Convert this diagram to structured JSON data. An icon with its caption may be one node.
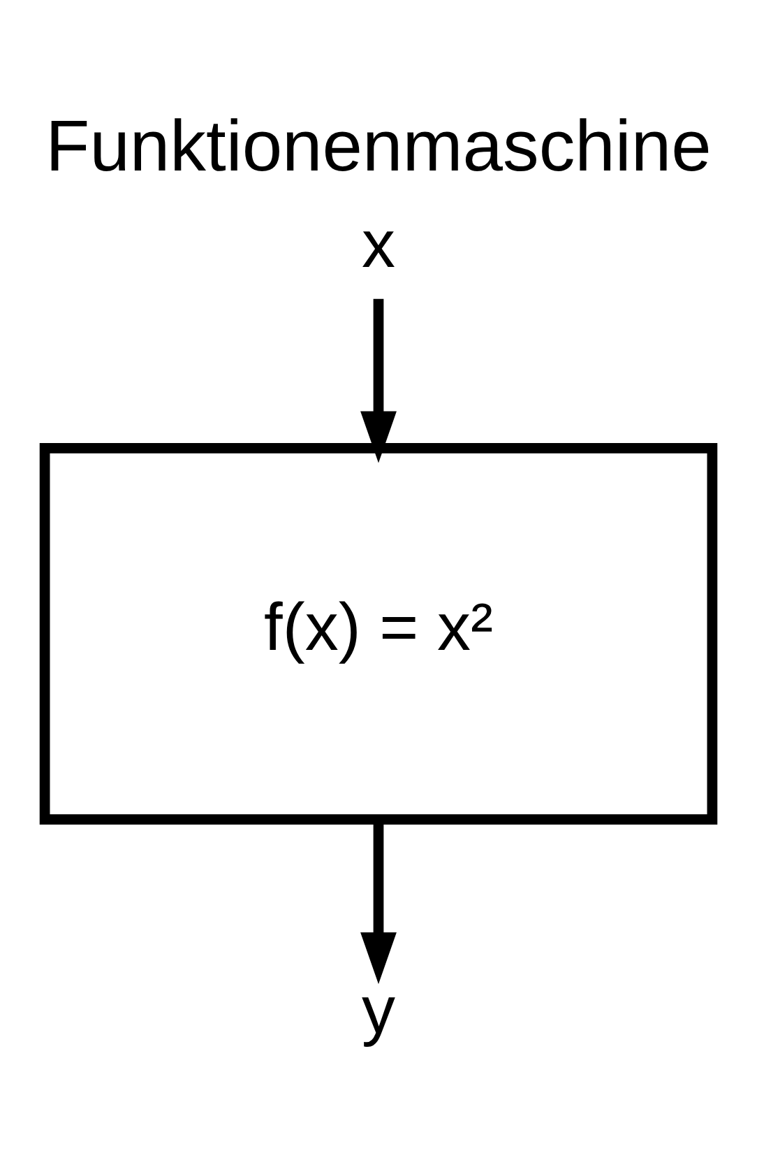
{
  "diagram": {
    "title": "Funktionenmaschine",
    "nodes": [
      {
        "text": [
          "x"
        ]
      },
      {
        "text": [
          "f(x) = x²"
        ]
      },
      {
        "text": [
          "y"
        ]
      }
    ],
    "edges": [
      {
        "from": 0,
        "to": 1,
        "arrow": "to"
      },
      {
        "from": 1,
        "to": 2,
        "arrow": "to"
      }
    ]
  }
}
